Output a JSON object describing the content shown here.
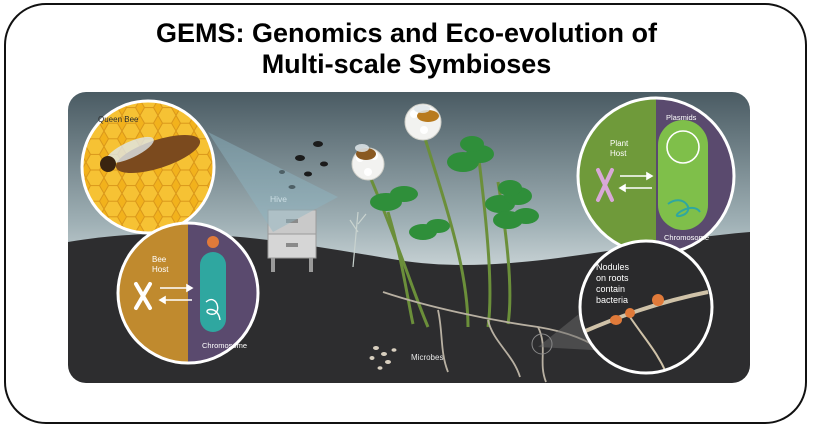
{
  "title": {
    "line1": "GEMS: Genomics and Eco-evolution of",
    "line2": "Multi-scale Symbioses"
  },
  "labels": {
    "queen_bee": "Queen Bee",
    "hive": "Hive",
    "bee_host": [
      "Bee",
      "Host"
    ],
    "bee_chromosome": "Chromosome",
    "microbes": "Microbes",
    "plant_host": [
      "Plant",
      "Host"
    ],
    "plasmids": "Plasmids",
    "plant_chromosome": "Chromosome",
    "nodules": [
      "Nodules",
      "on roots",
      "contain",
      "bacteria"
    ]
  },
  "colors": {
    "sky_top": "#4a5b63",
    "sky_bottom": "#eef2f2",
    "ground": "#2d2d2f",
    "honeycomb": "#f2b21c",
    "bee_host_panel": "#c08a2e",
    "plant_host_panel": "#6f9a3a",
    "cell_purple": "#5a4a6e",
    "bacterium_teal": "#2fa7a0",
    "plant_bacterium_green": "#7fbf4a",
    "nodule_orange": "#e07a3a",
    "leaf_green": "#2f8f3a"
  },
  "icons": [
    "queen-bee",
    "honeycomb",
    "hive-box",
    "bee",
    "flying-insects",
    "clover-plant",
    "chromosome",
    "bacterium",
    "plasmid-ring",
    "root-nodule",
    "microbes"
  ]
}
